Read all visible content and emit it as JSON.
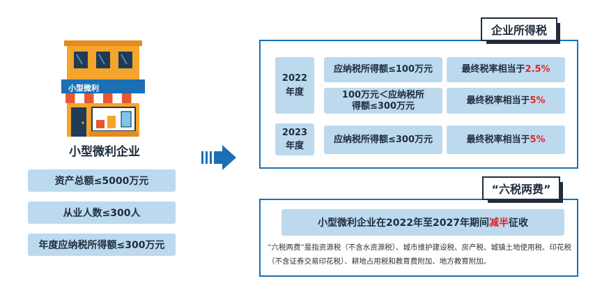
{
  "left": {
    "shop_sign": "小型微利",
    "title": "小型微利企业",
    "conditions": [
      "资产总额≤5000万元",
      "从业人数≤300人",
      "年度应纳税所得额≤300万元"
    ]
  },
  "cit": {
    "tag": "企业所得税",
    "year_2022": "2022\n年度",
    "year_2023": "2023\n年度",
    "rows": [
      {
        "condition": "应纳税所得额≤100万元",
        "rate_prefix": "最终税率相当于",
        "rate_value": "2.5%"
      },
      {
        "condition": "100万元＜应纳税所\n得额≤300万元",
        "rate_prefix": "最终税率相当于",
        "rate_value": "5%"
      },
      {
        "condition": "应纳税所得额≤300万元",
        "rate_prefix": "最终税率相当于",
        "rate_value": "5%"
      }
    ]
  },
  "fees": {
    "tag": "“六税两费”",
    "banner_prefix": "小型微利企业在2022年至2027年期间",
    "banner_highlight": "减半",
    "banner_suffix": "征收",
    "note": "“六税两费”是指资源税（不含水资源税）、城市维护建设税、房产税、城镇土地使用税、印花税（不含证券交易印花税）、耕地占用税和教育费附加、地方教育附加。"
  },
  "colors": {
    "accent_blue": "#1a6fb5",
    "cell_blue": "#bcd9ee",
    "highlight_red": "#e0262a"
  }
}
